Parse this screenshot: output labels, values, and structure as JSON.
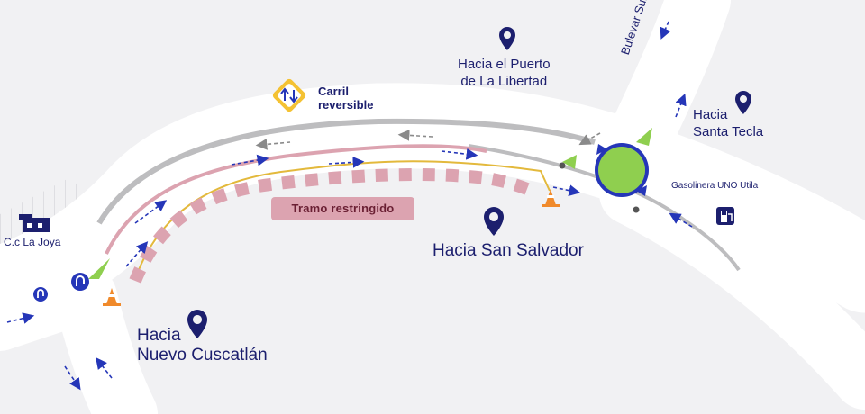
{
  "labels": {
    "reversible_lane": [
      "Carril",
      "reversible"
    ],
    "restricted_section": "Tramo restringido",
    "to_puerto": [
      "Hacia el Puerto",
      "de La Libertad"
    ],
    "street": "Bulevar Sur",
    "to_santa_tecla": [
      "Hacia",
      "Santa Tecla"
    ],
    "gas_station": "Gasolinera UNO Utila",
    "to_san_salvador": "Hacia San Salvador",
    "mall": "C.c La Joya",
    "to_nuevo_cuscatlan": [
      "Hacia",
      "Nuevo Cuscatlán"
    ]
  },
  "colors": {
    "background": "#f1f1f3",
    "road": "#ffffff",
    "pin": "#1c1f6e",
    "arrow": "#2536b8",
    "restricted": "#dca3b0",
    "reversible_line": "#e3b93c",
    "roundabout": "#8fcf4f",
    "sign_yellow": "#f4c233"
  },
  "icons": [
    "location-pin-icon",
    "reversible-lane-sign-icon",
    "traffic-cone-icon",
    "u-turn-icon",
    "gas-pump-icon",
    "shopping-mall-icon",
    "direction-arrow-icon",
    "roundabout-icon"
  ]
}
